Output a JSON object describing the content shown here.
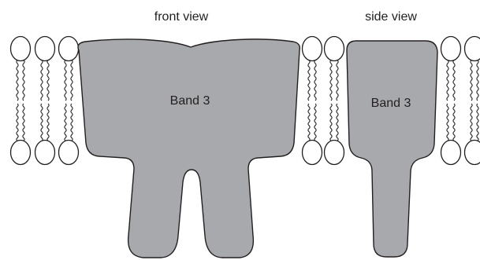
{
  "labels": {
    "front_view": "front view",
    "side_view": "side view",
    "band3_front": "Band 3",
    "band3_side": "Band 3"
  },
  "colors": {
    "protein_fill": "#a7a9ac",
    "outline": "#231f20",
    "lipid_head_fill": "#ffffff"
  }
}
